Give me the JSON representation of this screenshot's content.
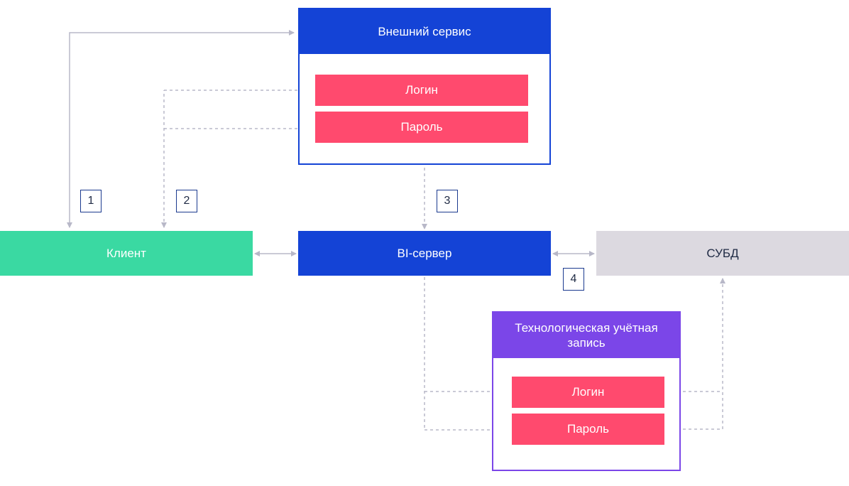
{
  "colors": {
    "blue": "#1443d6",
    "green": "#3ad9a2",
    "pink": "#ff4a6e",
    "purple": "#7b46e8",
    "gray": "#dcd9e0",
    "connector": "#b8b8c8"
  },
  "nodes": {
    "external_service": {
      "title": "Внешний сервис",
      "fields": {
        "login": "Логин",
        "password": "Пароль"
      }
    },
    "client": {
      "label": "Клиент"
    },
    "bi_server": {
      "label": "BI-сервер"
    },
    "dbms": {
      "label": "СУБД"
    },
    "tech_account": {
      "title": "Технологическая учётная запись",
      "fields": {
        "login": "Логин",
        "password": "Пароль"
      }
    }
  },
  "steps": [
    "1",
    "2",
    "3",
    "4"
  ]
}
